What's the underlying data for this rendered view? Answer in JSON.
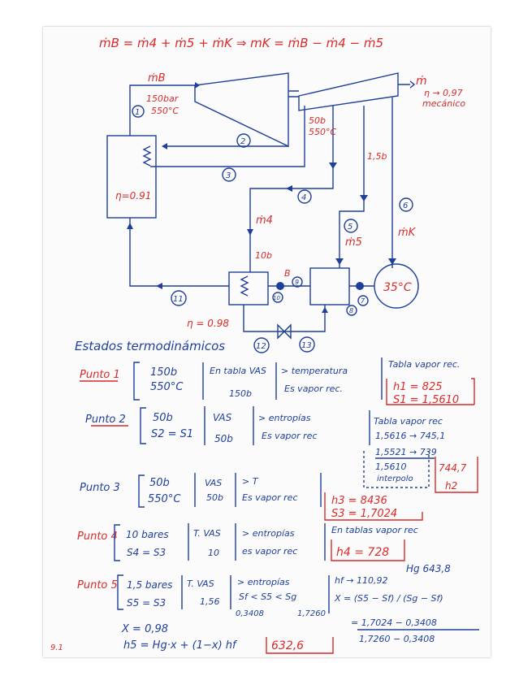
{
  "colors": {
    "ink_blue": "#1f3f9a",
    "ink_red": "#d92b2b",
    "paper": "#fbfbfb"
  },
  "diagram": {
    "mass_balance": "ṁB = ṁ4 + ṁ5 + ṁK  ⇒  mK = ṁB − ṁ4 − ṁ5",
    "mdot_B": "ṁB",
    "inlet_pressure": "150bar",
    "inlet_temp": "550°C",
    "node_1": "1",
    "node_2": "2",
    "node_3": "3",
    "node_4": "4",
    "node_5": "5",
    "node_6": "6",
    "node_7": "7",
    "node_8": "8",
    "node_9": "9",
    "node_11": "11",
    "node_12": "12",
    "node_13": "13",
    "node_10": "10",
    "turbine_power": "ṁ",
    "mech_eff": "η → 0,97",
    "mech_eff_label": "mecánico",
    "rh_pressure": "50b",
    "rh_temp": "550°C",
    "p_15": "1,5b",
    "boiler_eff": "η=0.91",
    "mdot_4": "ṁ4",
    "p_10": "10b",
    "mdot_5": "ṁ5",
    "mdot_K": "ṁK",
    "condenser_temp": "35°C",
    "b_label": "B",
    "heater_eff": "η = 0.98"
  },
  "states": {
    "heading": "Estados termodinámicos",
    "punto1": {
      "label": "Punto 1",
      "conditions": [
        "150b",
        "550°C"
      ],
      "step1": "En tabla VAS",
      "step1_sub": "150b",
      "step2": "> temperatura",
      "step3": "Es vapor rec.",
      "source": "Tabla vapor rec.",
      "h1": "h1 = 825",
      "s1": "S1 = 1,5610"
    },
    "punto2": {
      "label": "Punto 2",
      "conditions": [
        "50b",
        "S2 = S1"
      ],
      "step1": "VAS",
      "step1_sub": "50b",
      "step2": "> entropías",
      "step3": "Es vapor rec",
      "source": "Tabla vapor rec",
      "row1": "1,5616 → 745,1",
      "row2": "1,5521 → 739",
      "row3": "1,5610",
      "interp": "interpolo",
      "result": "744,7",
      "result_label": "h2"
    },
    "punto3": {
      "label": "Punto 3",
      "conditions": [
        "50b",
        "550°C"
      ],
      "step1": "VAS",
      "step1_sub": "50b",
      "step2": "> T",
      "step3": "Es vapor rec",
      "h3": "h3 = 8436",
      "s3": "S3 = 1,7024"
    },
    "punto4": {
      "label": "Punto 4",
      "conditions": [
        "10 bares",
        "S4 = S3"
      ],
      "step1": "T. VAS",
      "step1_sub": "10",
      "step2": "> entropías",
      "step3": "es vapor rec",
      "source": "En tablas vapor rec",
      "h4": "h4 = 728",
      "hg": "Hg 643,8"
    },
    "punto5": {
      "label": "Punto 5",
      "conditions": [
        "1,5 bares",
        "S5 = S3"
      ],
      "step1": "T. VAS",
      "step1_sub": "1,56",
      "step2": "> entropías",
      "ineq": "Sf < S5 < Sg",
      "sf": "0,3408",
      "sg": "1,7260",
      "hf": "hf → 110,92",
      "x_formula": "X = (S5 − Sf) / (Sg − Sf)",
      "x_num": "= 1,7024 − 0,3408",
      "x_den": "1,7260 − 0,3408",
      "x_value": "X = 0,98",
      "h5_formula": "h5 = Hg·x + (1−x) hf",
      "h5_value": "632,6"
    },
    "page_number": "9.1"
  }
}
